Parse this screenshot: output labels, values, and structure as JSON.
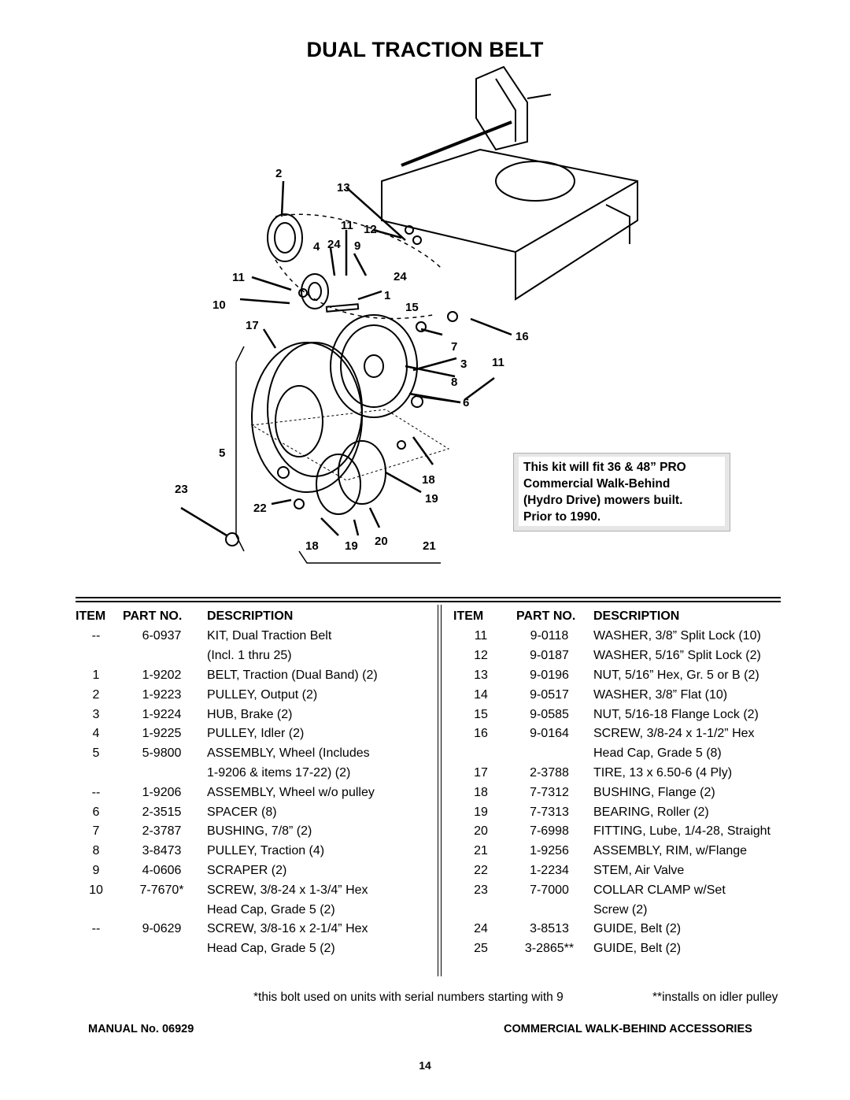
{
  "title": "DUAL TRACTION BELT",
  "callout": {
    "line1": "This kit will fit 36 & 48” PRO",
    "line2": "Commercial Walk-Behind",
    "line3": "(Hydro Drive) mowers built.",
    "line4": "Prior to 1990."
  },
  "diagram": {
    "callouts": [
      "2",
      "13",
      "11",
      "12",
      "4",
      "24",
      "9",
      "11",
      "24",
      "1",
      "10",
      "15",
      "17",
      "16",
      "7",
      "3",
      "11",
      "8",
      "6",
      "5",
      "18",
      "23",
      "19",
      "22",
      "18",
      "19",
      "20",
      "21"
    ]
  },
  "table": {
    "headers": {
      "item": "ITEM",
      "part": "PART NO.",
      "desc": "DESCRIPTION"
    },
    "left": [
      {
        "item": "--",
        "part": "6-0937",
        "desc": "KIT, Dual Traction Belt"
      },
      {
        "item": "",
        "part": "",
        "desc": "(Incl. 1 thru 25)"
      },
      {
        "item": "1",
        "part": "1-9202",
        "desc": "BELT, Traction (Dual Band) (2)"
      },
      {
        "item": "2",
        "part": "1-9223",
        "desc": "PULLEY, Output (2)"
      },
      {
        "item": "3",
        "part": "1-9224",
        "desc": "HUB, Brake (2)"
      },
      {
        "item": "4",
        "part": "1-9225",
        "desc": "PULLEY, Idler (2)"
      },
      {
        "item": "5",
        "part": "5-9800",
        "desc": "ASSEMBLY, Wheel (Includes"
      },
      {
        "item": "",
        "part": "",
        "desc": "1-9206 & items 17-22) (2)"
      },
      {
        "item": "--",
        "part": "1-9206",
        "desc": "ASSEMBLY, Wheel w/o pulley"
      },
      {
        "item": "6",
        "part": "2-3515",
        "desc": "SPACER (8)"
      },
      {
        "item": "7",
        "part": "2-3787",
        "desc": "BUSHING, 7/8” (2)"
      },
      {
        "item": "8",
        "part": "3-8473",
        "desc": "PULLEY, Traction (4)"
      },
      {
        "item": "9",
        "part": "4-0606",
        "desc": "SCRAPER (2)"
      },
      {
        "item": "10",
        "part": "7-7670*",
        "desc": "SCREW, 3/8-24 x 1-3/4” Hex"
      },
      {
        "item": "",
        "part": "",
        "desc": "Head Cap, Grade 5 (2)"
      },
      {
        "item": "--",
        "part": "9-0629",
        "desc": "SCREW, 3/8-16 x 2-1/4” Hex"
      },
      {
        "item": "",
        "part": "",
        "desc": "Head Cap, Grade 5 (2)"
      }
    ],
    "right": [
      {
        "item": "11",
        "part": "9-0118",
        "desc": "WASHER, 3/8” Split Lock (10)"
      },
      {
        "item": "12",
        "part": "9-0187",
        "desc": "WASHER, 5/16” Split Lock (2)"
      },
      {
        "item": "13",
        "part": "9-0196",
        "desc": "NUT, 5/16” Hex, Gr. 5 or B (2)"
      },
      {
        "item": "14",
        "part": "9-0517",
        "desc": "WASHER, 3/8” Flat (10)"
      },
      {
        "item": "15",
        "part": "9-0585",
        "desc": "NUT, 5/16-18 Flange Lock (2)"
      },
      {
        "item": "16",
        "part": "9-0164",
        "desc": "SCREW, 3/8-24 x 1-1/2” Hex"
      },
      {
        "item": "",
        "part": "",
        "desc": "Head Cap, Grade 5 (8)"
      },
      {
        "item": "17",
        "part": "2-3788",
        "desc": "TIRE, 13 x 6.50-6 (4 Ply)"
      },
      {
        "item": "18",
        "part": "7-7312",
        "desc": "BUSHING, Flange (2)"
      },
      {
        "item": "19",
        "part": "7-7313",
        "desc": "BEARING, Roller (2)"
      },
      {
        "item": "20",
        "part": "7-6998",
        "desc": "FITTING, Lube, 1/4-28, Straight"
      },
      {
        "item": "21",
        "part": "1-9256",
        "desc": "ASSEMBLY, RIM, w/Flange"
      },
      {
        "item": "22",
        "part": "1-2234",
        "desc": "STEM, Air Valve"
      },
      {
        "item": "23",
        "part": "7-7000",
        "desc": "COLLAR CLAMP w/Set"
      },
      {
        "item": "",
        "part": "",
        "desc": "Screw (2)"
      },
      {
        "item": "24",
        "part": "3-8513",
        "desc": "GUIDE, Belt (2)"
      },
      {
        "item": "25",
        "part": "3-2865**",
        "desc": "GUIDE, Belt (2)"
      }
    ]
  },
  "footnotes": {
    "bolt": "*this bolt used on units with serial numbers starting with 9",
    "idler": "**installs on idler pulley"
  },
  "footer": {
    "manual": "MANUAL No. 06929",
    "section": "COMMERCIAL WALK-BEHIND ACCESSORIES",
    "page": "14"
  }
}
